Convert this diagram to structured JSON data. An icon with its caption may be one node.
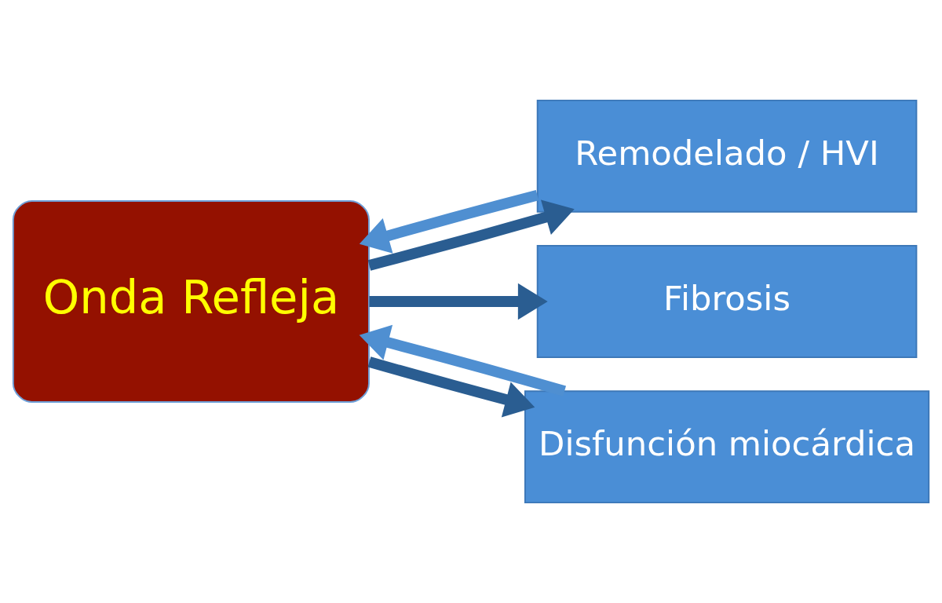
{
  "diagram": {
    "nodes": [
      {
        "text": [
          "Onda Refleja"
        ]
      },
      {
        "text": [
          "Remodelado / HVI"
        ]
      },
      {
        "text": [
          "Fibrosis"
        ]
      },
      {
        "text": [
          "Disfunción miocárdica"
        ]
      }
    ],
    "edges": [
      {
        "from": 0,
        "to": 1,
        "arrow": "to"
      },
      {
        "from": 0,
        "to": 2,
        "arrow": "to"
      },
      {
        "from": 0,
        "to": 3,
        "arrow": "to"
      },
      {
        "from": 1,
        "to": 0,
        "arrow": "to",
        "color": "#4f8fd1"
      },
      {
        "from": 3,
        "to": 0,
        "arrow": "to",
        "color": "#4f8fd1"
      }
    ]
  }
}
